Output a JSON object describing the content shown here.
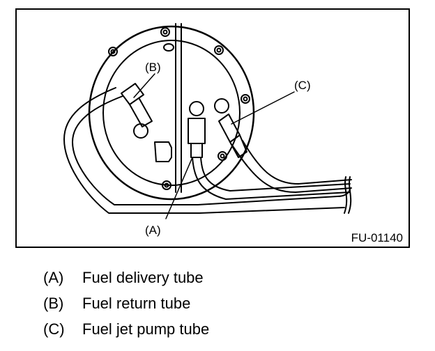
{
  "figure": {
    "callouts": {
      "a": "(A)",
      "b": "(B)",
      "c": "(C)"
    },
    "code": "FU-01140"
  },
  "legend": [
    {
      "key": "(A)",
      "text": "Fuel delivery tube"
    },
    {
      "key": "(B)",
      "text": "Fuel return tube"
    },
    {
      "key": "(C)",
      "text": "Fuel jet pump tube"
    }
  ]
}
